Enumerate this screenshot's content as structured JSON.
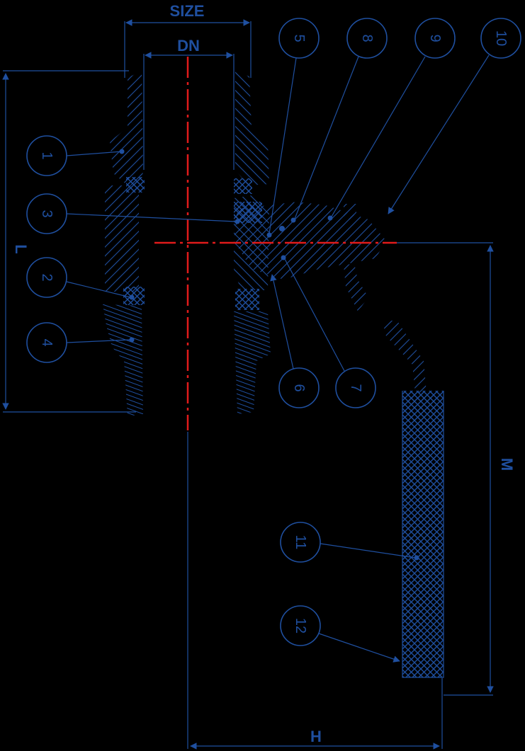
{
  "dimensions": {
    "size": "SIZE",
    "dn": "DN",
    "l": "L",
    "m": "M",
    "h": "H"
  },
  "balloons": [
    "1",
    "2",
    "3",
    "4",
    "5",
    "6",
    "7",
    "8",
    "9",
    "10",
    "11",
    "12"
  ],
  "colors": {
    "background": "#000000",
    "line": "#1f4f9f",
    "centerline": "#e01b1b"
  }
}
